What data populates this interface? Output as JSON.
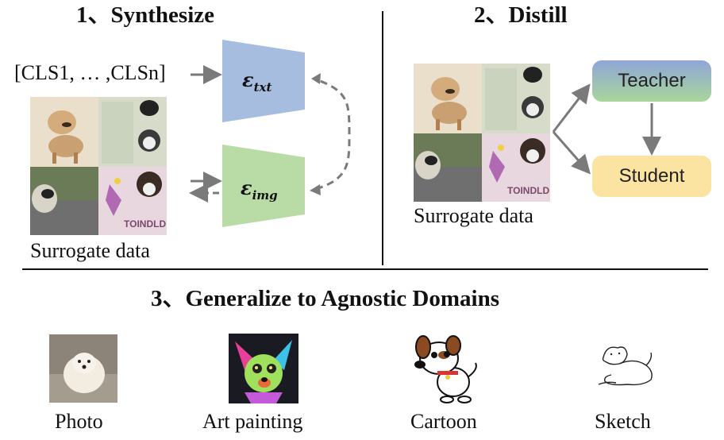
{
  "sections": {
    "synthesize": {
      "title": "1、Synthesize",
      "cls_text": "[CLS1, … ,CLSn]",
      "encoder_txt": "ε",
      "encoder_txt_sub": "txt",
      "encoder_img": "ε",
      "encoder_img_sub": "img",
      "surrogate_label": "Surrogate data"
    },
    "distill": {
      "title": "2、Distill",
      "surrogate_label": "Surrogate data",
      "teacher_label": "Teacher",
      "student_label": "Student"
    },
    "generalize": {
      "title": "3、Generalize to Agnostic Domains",
      "domains": [
        {
          "label": "Photo",
          "icon": "photo-dog-icon"
        },
        {
          "label": "Art painting",
          "icon": "art-painting-dog-icon"
        },
        {
          "label": "Cartoon",
          "icon": "cartoon-dog-icon"
        },
        {
          "label": "Sketch",
          "icon": "sketch-dog-icon"
        }
      ]
    }
  },
  "colors": {
    "txt_encoder": "#a7bde0",
    "img_encoder": "#b9dba6",
    "teacher_top": "#8fa6d8",
    "teacher_bottom": "#a9d69a",
    "student": "#fbe4a2",
    "arrow": "#7a7a7a"
  }
}
